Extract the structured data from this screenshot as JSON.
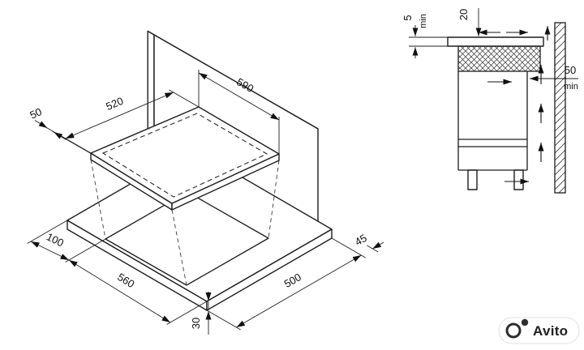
{
  "colors": {
    "line": "#1d1d1d",
    "background": "#ffffff"
  },
  "isometric_view": {
    "dimensions": {
      "cooktop_width": "520",
      "cooktop_depth": "590",
      "side_clearance": "50",
      "left_offset": "100",
      "cutout_width": "560",
      "cutout_depth": "500",
      "right_offset": "45",
      "counter_thickness": "30"
    }
  },
  "section_view": {
    "dimensions": {
      "top_gap_value": "5",
      "top_gap_unit": "min",
      "front_overhang": "20",
      "rear_gap_value": "50",
      "rear_gap_unit": "min"
    }
  },
  "watermark": {
    "brand": "Avito"
  }
}
